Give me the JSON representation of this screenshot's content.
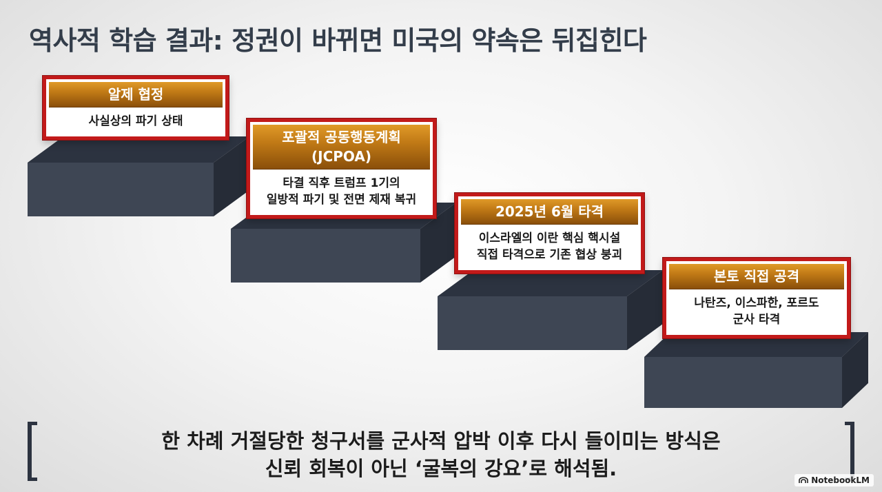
{
  "title": "역사적 학습 결과: 정권이 바뀌면 미국의 약속은 뒤집힌다",
  "steps": [
    {
      "header": "알제 협정",
      "body": [
        "사실상의 파기 상태"
      ]
    },
    {
      "header": [
        "포괄적 공동행동계획",
        "(JCPOA)"
      ],
      "body": [
        "타결 직후 트럼프 1기의",
        "일방적 파기 및 전면 제재 복귀"
      ]
    },
    {
      "header": "2025년 6월 타격",
      "body": [
        "이스라엘의 이란 핵심 핵시설",
        "직접 타격으로 기존 협상 붕괴"
      ]
    },
    {
      "header": "본토 직접 공격",
      "body": [
        "나탄즈, 이스파한, 포르도",
        "군사 타격"
      ]
    }
  ],
  "caption": [
    "한 차례 거절당한 청구서를 군사적 압박 이후 다시 들이미는 방식은",
    "신뢰 회복이 아닌 ‘굴복의 강요’로 해석됨."
  ],
  "watermark": "NotebookLM",
  "colors": {
    "card_border": "#c21a1a",
    "header_gold": "#c17a16",
    "step_slate": "#3e4654",
    "title_text": "#333d4a"
  }
}
